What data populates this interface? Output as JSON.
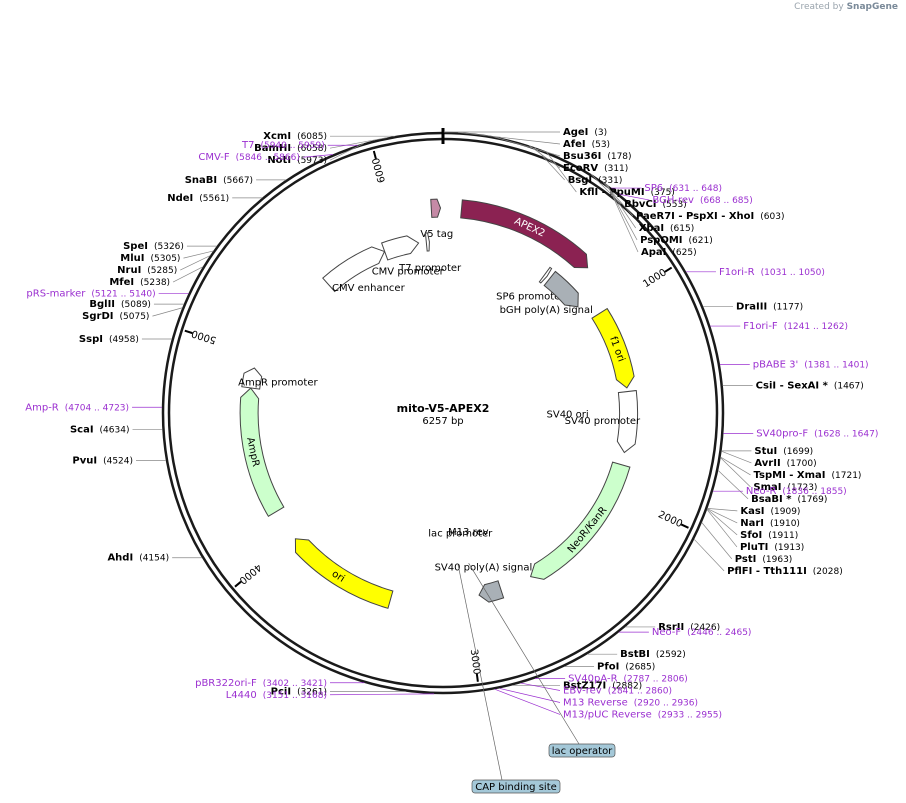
{
  "branding": {
    "created_by": "Created by",
    "app": "SnapGene"
  },
  "plasmid": {
    "name": "mito-V5-APEX2",
    "length_label": "6257 bp",
    "length": 6257
  },
  "ticks": [
    {
      "bp": 1000,
      "label": "1000"
    },
    {
      "bp": 2000,
      "label": "2000"
    },
    {
      "bp": 3000,
      "label": "3000"
    },
    {
      "bp": 4000,
      "label": "4000"
    },
    {
      "bp": 5000,
      "label": "5000"
    },
    {
      "bp": 6000,
      "label": "6000"
    }
  ],
  "features": [
    {
      "name": "APEX2",
      "start": 90,
      "end": 780,
      "ring": 0.74,
      "color": "#8b2252",
      "label_inside": true
    },
    {
      "name": "V5 tag",
      "start": 6200,
      "end": 6245,
      "ring": 0.74,
      "color": "#c58aa6",
      "label": "V5 tag"
    },
    {
      "name": "SP6 promoter",
      "start": 631,
      "end": 648,
      "ring": 0.62,
      "color": "#ffffff",
      "label": "SP6 promoter"
    },
    {
      "name": "bGH poly(A) signal",
      "start": 668,
      "end": 900,
      "ring": 0.62,
      "color": "#a9b0b6",
      "label": "bGH poly(A) signal"
    },
    {
      "name": "f1 ori",
      "start": 1000,
      "end": 1429,
      "ring": 0.67,
      "color": "#ffff00",
      "label_inside": true
    },
    {
      "name": "SV40 promoter",
      "start": 1449,
      "end": 1778,
      "ring": 0.67,
      "color": "#ffffff",
      "label": "SV40 promoter"
    },
    {
      "name": "NeoR/KanR",
      "start": 1845,
      "end": 2639,
      "ring": 0.67,
      "color": "#ccffcc",
      "label_inside": true
    },
    {
      "name": "SV40 poly(A) signal",
      "start": 2813,
      "end": 2934,
      "ring": 0.67,
      "color": "#a9b0b6",
      "label": "SV40 poly(A) signal"
    },
    {
      "name": "ori",
      "start": 3402,
      "end": 3990,
      "ring": 0.7,
      "color": "#ffff00",
      "label_inside": true
    },
    {
      "name": "AmpR",
      "start": 4161,
      "end": 4821,
      "ring": 0.7,
      "color": "#ccffcc",
      "label_inside": true
    },
    {
      "name": "AmpR promoter",
      "start": 4822,
      "end": 4926,
      "ring": 0.7,
      "color": "#ffffff",
      "label": "AmpR promoter"
    },
    {
      "name": "CMV enhancer",
      "start": 5532,
      "end": 5911,
      "ring": 0.62,
      "color": "#ffffff",
      "label": "CMV enhancer"
    },
    {
      "name": "CMV promoter",
      "start": 5912,
      "end": 6115,
      "ring": 0.62,
      "color": "#ffffff",
      "label": "CMV promoter"
    },
    {
      "name": "T7 promoter",
      "start": 6160,
      "end": 6178,
      "ring": 0.62,
      "color": "#ffffff",
      "label": "T7 promoter"
    }
  ],
  "inner_labels": [
    {
      "text": "SV40 ori",
      "bp": 1600
    },
    {
      "text": "M13 rev",
      "bp": 2925
    },
    {
      "text": "lac promoter",
      "bp": 2990
    }
  ],
  "site_labels": [
    {
      "text": "AgeI",
      "pos": "(3)",
      "side": "right",
      "bp": 3
    },
    {
      "text": "AfeI",
      "pos": "(53)",
      "side": "right",
      "bp": 53
    },
    {
      "text": "Bsu36I",
      "pos": "(178)",
      "side": "right",
      "bp": 178
    },
    {
      "text": "EcoRV",
      "pos": "(311)",
      "side": "right",
      "bp": 311
    },
    {
      "text": "BsgI",
      "pos": "(331)",
      "side": "right",
      "bp": 331
    },
    {
      "text": "KflI - PpuMI",
      "pos": "(375)",
      "side": "right",
      "bp": 375
    },
    {
      "text": "BbvCI",
      "pos": "(553)",
      "side": "right",
      "bp": 553
    },
    {
      "text": "PaeR7I - PspXI - XhoI",
      "pos": "(603)",
      "side": "right",
      "bp": 603
    },
    {
      "text": "XbaI",
      "pos": "(615)",
      "side": "right",
      "bp": 615
    },
    {
      "text": "PspOMI",
      "pos": "(621)",
      "side": "right",
      "bp": 621
    },
    {
      "text": "ApaI",
      "pos": "(625)",
      "side": "right",
      "bp": 625
    },
    {
      "text": "DraIII",
      "pos": "(1177)",
      "side": "right",
      "bp": 1177
    },
    {
      "text": "CsiI - SexAI *",
      "pos": "(1467)",
      "side": "right",
      "bp": 1467
    },
    {
      "text": "StuI",
      "pos": "(1699)",
      "side": "right",
      "bp": 1699
    },
    {
      "text": "AvrII",
      "pos": "(1700)",
      "side": "right",
      "bp": 1700
    },
    {
      "text": "TspMI - XmaI",
      "pos": "(1721)",
      "side": "right",
      "bp": 1721
    },
    {
      "text": "SmaI",
      "pos": "(1723)",
      "side": "right",
      "bp": 1723
    },
    {
      "text": "BsaBI *",
      "pos": "(1769)",
      "side": "right",
      "bp": 1769
    },
    {
      "text": "KasI",
      "pos": "(1909)",
      "side": "right",
      "bp": 1909
    },
    {
      "text": "NarI",
      "pos": "(1910)",
      "side": "right",
      "bp": 1910
    },
    {
      "text": "SfoI",
      "pos": "(1911)",
      "side": "right",
      "bp": 1911
    },
    {
      "text": "PluTI",
      "pos": "(1913)",
      "side": "right",
      "bp": 1913
    },
    {
      "text": "PstI",
      "pos": "(1963)",
      "side": "right",
      "bp": 1963
    },
    {
      "text": "PflFI - Tth111I",
      "pos": "(2028)",
      "side": "right",
      "bp": 2028
    },
    {
      "text": "RsrII",
      "pos": "(2426)",
      "side": "right",
      "bp": 2426
    },
    {
      "text": "BstBI",
      "pos": "(2592)",
      "side": "right",
      "bp": 2592
    },
    {
      "text": "PfoI",
      "pos": "(2685)",
      "side": "right",
      "bp": 2685
    },
    {
      "text": "BstZ17I",
      "pos": "(2882)",
      "side": "right",
      "bp": 2882
    },
    {
      "text": "PciI",
      "pos": "(3261)",
      "side": "left",
      "bp": 3261
    },
    {
      "text": "AhdI",
      "pos": "(4154)",
      "side": "left",
      "bp": 4154
    },
    {
      "text": "PvuI",
      "pos": "(4524)",
      "side": "left",
      "bp": 4524
    },
    {
      "text": "ScaI",
      "pos": "(4634)",
      "side": "left",
      "bp": 4634
    },
    {
      "text": "SspI",
      "pos": "(4958)",
      "side": "left",
      "bp": 4958
    },
    {
      "text": "SgrDI",
      "pos": "(5075)",
      "side": "left",
      "bp": 5075
    },
    {
      "text": "BglII",
      "pos": "(5089)",
      "side": "left",
      "bp": 5089
    },
    {
      "text": "MfeI",
      "pos": "(5238)",
      "side": "left",
      "bp": 5238
    },
    {
      "text": "NruI",
      "pos": "(5285)",
      "side": "left",
      "bp": 5285
    },
    {
      "text": "MluI",
      "pos": "(5305)",
      "side": "left",
      "bp": 5305
    },
    {
      "text": "SpeI",
      "pos": "(5326)",
      "side": "left",
      "bp": 5326
    },
    {
      "text": "NdeI",
      "pos": "(5561)",
      "side": "left",
      "bp": 5561
    },
    {
      "text": "SnaBI",
      "pos": "(5667)",
      "side": "left",
      "bp": 5667
    },
    {
      "text": "NotI",
      "pos": "(5973)",
      "side": "left",
      "bp": 5973
    },
    {
      "text": "BamHI",
      "pos": "(6058)",
      "side": "left",
      "bp": 6058
    },
    {
      "text": "XcmI",
      "pos": "(6085)",
      "side": "left",
      "bp": 6085
    }
  ],
  "primer_labels": [
    {
      "text": "SP6",
      "pos": "(631 .. 648)",
      "side": "right",
      "bp": 640
    },
    {
      "text": "BGH-rev",
      "pos": "(668 .. 685)",
      "side": "right",
      "bp": 676
    },
    {
      "text": "F1ori-R",
      "pos": "(1031 .. 1050)",
      "side": "right",
      "bp": 1040
    },
    {
      "text": "F1ori-F",
      "pos": "(1241 .. 1262)",
      "side": "right",
      "bp": 1251
    },
    {
      "text": "pBABE 3'",
      "pos": "(1381 .. 1401)",
      "side": "right",
      "bp": 1391
    },
    {
      "text": "SV40pro-F",
      "pos": "(1628 .. 1647)",
      "side": "right",
      "bp": 1637
    },
    {
      "text": "Neo-R",
      "pos": "(1836 .. 1855)",
      "side": "right",
      "bp": 1845
    },
    {
      "text": "Neo-F",
      "pos": "(2446 .. 2465)",
      "side": "right",
      "bp": 2455
    },
    {
      "text": "SV40pA-R",
      "pos": "(2787 .. 2806)",
      "side": "right",
      "bp": 2796
    },
    {
      "text": "EBV-rev",
      "pos": "(2841 .. 2860)",
      "side": "right",
      "bp": 2850
    },
    {
      "text": "M13 Reverse",
      "pos": "(2920 .. 2936)",
      "side": "right",
      "bp": 2928
    },
    {
      "text": "M13/pUC Reverse",
      "pos": "(2933 .. 2955)",
      "side": "right",
      "bp": 2944
    },
    {
      "text": "L4440",
      "pos": "(3151 .. 3168)",
      "side": "left",
      "bp": 3160
    },
    {
      "text": "pBR322ori-F",
      "pos": "(3402 .. 3421)",
      "side": "left",
      "bp": 3411
    },
    {
      "text": "Amp-R",
      "pos": "(4704 .. 4723)",
      "side": "left",
      "bp": 4713
    },
    {
      "text": "pRS-marker",
      "pos": "(5121 .. 5140)",
      "side": "left",
      "bp": 5130
    },
    {
      "text": "CMV-F",
      "pos": "(5846 .. 5866)",
      "side": "left",
      "bp": 5856
    },
    {
      "text": "T7",
      "pos": "(5940 .. 5959)",
      "side": "left",
      "bp": 5950
    }
  ],
  "boxed_labels": [
    {
      "text": "lac operator",
      "bp": 2960
    },
    {
      "text": "CAP binding site",
      "bp": 3030
    }
  ],
  "colors": {
    "enzyme": "#000000",
    "primer": "#9b30d0",
    "feature_outline": "#444444",
    "orf_arrow": "#2e7d00",
    "orf_arrow_orange": "#c07000",
    "boxed_fill": "#a4c8d8"
  }
}
